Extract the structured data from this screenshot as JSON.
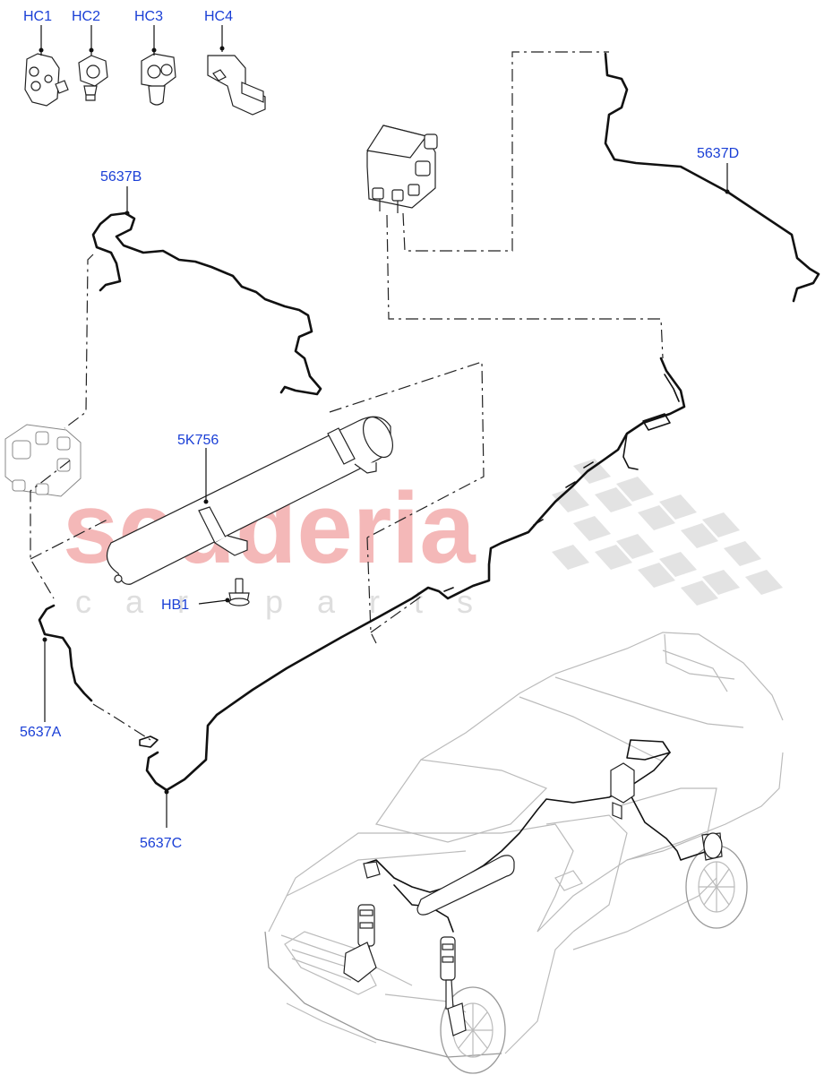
{
  "callouts": {
    "hc1": "HC1",
    "hc2": "HC2",
    "hc3": "HC3",
    "hc4": "HC4",
    "pipe_5637b": "5637B",
    "pipe_5637d": "5637D",
    "reservoir_5k756": "5K756",
    "bolt_hb1": "HB1",
    "pipe_5637a": "5637A",
    "pipe_5637c": "5637C"
  },
  "watermark": {
    "main": "scuderia",
    "sub": "car parts"
  },
  "colors": {
    "callout_text": "#1a3fd6",
    "watermark_main": "#f4b8b8",
    "watermark_sub": "#dedede",
    "line_art": "#111111",
    "vehicle_outline": "#bbbbbb"
  },
  "icons": {
    "hc1": "pipe-clip-icon",
    "hc2": "pipe-clip-icon",
    "hc3": "pipe-clip-icon",
    "hc4": "pipe-bracket-clip-icon",
    "valve_block": "air-valve-block-icon",
    "reservoir": "air-reservoir-tank-icon",
    "bolt": "bolt-icon",
    "vehicle": "suv-vehicle-icon"
  }
}
